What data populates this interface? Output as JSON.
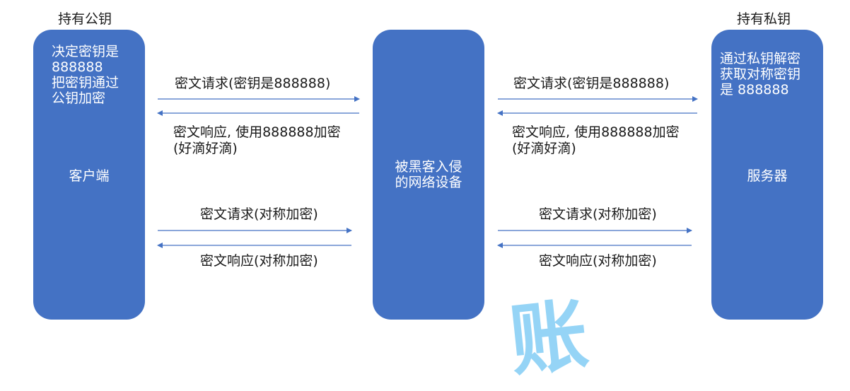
{
  "client": {
    "caption": "持有公钥",
    "note": "决定密钥是\n888888\n把密钥通过\n公钥加密",
    "title": "客户端"
  },
  "middle": {
    "title": "被黑客入侵\n的网络设备"
  },
  "server": {
    "caption": "持有私钥",
    "note": "通过私钥解密\n获取对称密钥\n是 888888",
    "title": "服务器"
  },
  "left_messages": {
    "request1": "密文请求(密钥是888888)",
    "response1": "密文响应, 使用888888加密\n(好滴好滴)",
    "request2": "密文请求(对称加密)",
    "response2": "密文响应(对称加密)"
  },
  "right_messages": {
    "request1": "密文请求(密钥是888888)",
    "response1": "密文响应, 使用888888加密\n(好滴好滴)",
    "request2": "密文请求(对称加密)",
    "response2": "密文响应(对称加密)"
  },
  "watermark": "账",
  "colors": {
    "box": "#4472c4",
    "arrow": "#4472c4",
    "watermark": "#3fb2f0"
  }
}
